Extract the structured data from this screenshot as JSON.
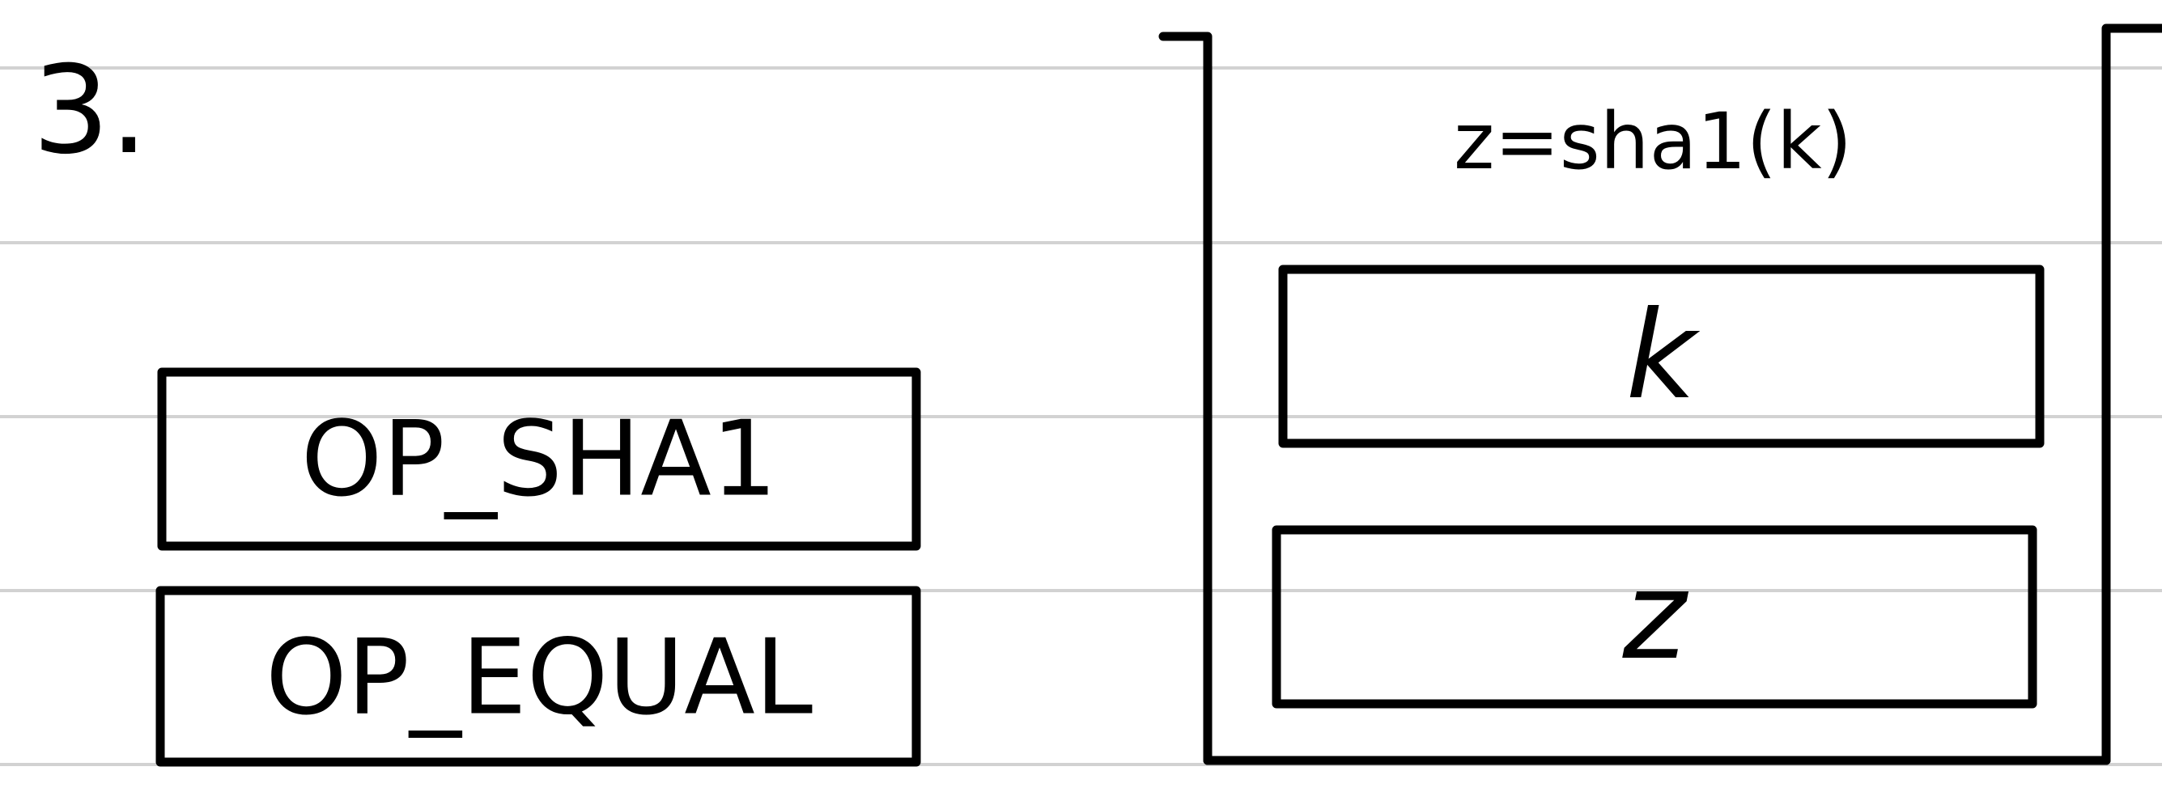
{
  "step": {
    "number": "3."
  },
  "opcodes": [
    {
      "label": "OP_SHA1"
    },
    {
      "label": "OP_EQUAL"
    }
  ],
  "stack": {
    "formula": "z=sha1(k)",
    "items": [
      {
        "label": "k"
      },
      {
        "label": "z"
      }
    ]
  },
  "colors": {
    "ink": "#000000",
    "ruled_lines": "#d2d2d2",
    "paper": "#ffffff"
  }
}
